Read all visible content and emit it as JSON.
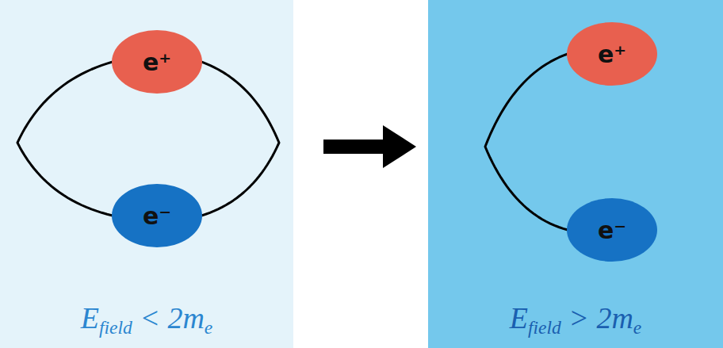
{
  "diagram": {
    "nodes": [
      {
        "text": [
          "Efield < 2me"
        ]
      },
      {
        "text": [
          "e⁺"
        ],
        "in": 0
      },
      {
        "text": [
          "e⁻"
        ],
        "in": 0
      },
      {
        "text": [
          "Efield > 2me"
        ]
      },
      {
        "text": [
          "e⁺"
        ],
        "in": 3
      },
      {
        "text": [
          "e⁻"
        ],
        "in": 3
      }
    ],
    "edges": [
      {
        "from": 1,
        "to": 2,
        "arrow": "none"
      },
      {
        "from": 1,
        "to": 2,
        "arrow": "none"
      },
      {
        "from": 0,
        "to": 3,
        "arrow": "to"
      },
      {
        "from": 4,
        "to": 5,
        "arrow": "none"
      }
    ]
  }
}
